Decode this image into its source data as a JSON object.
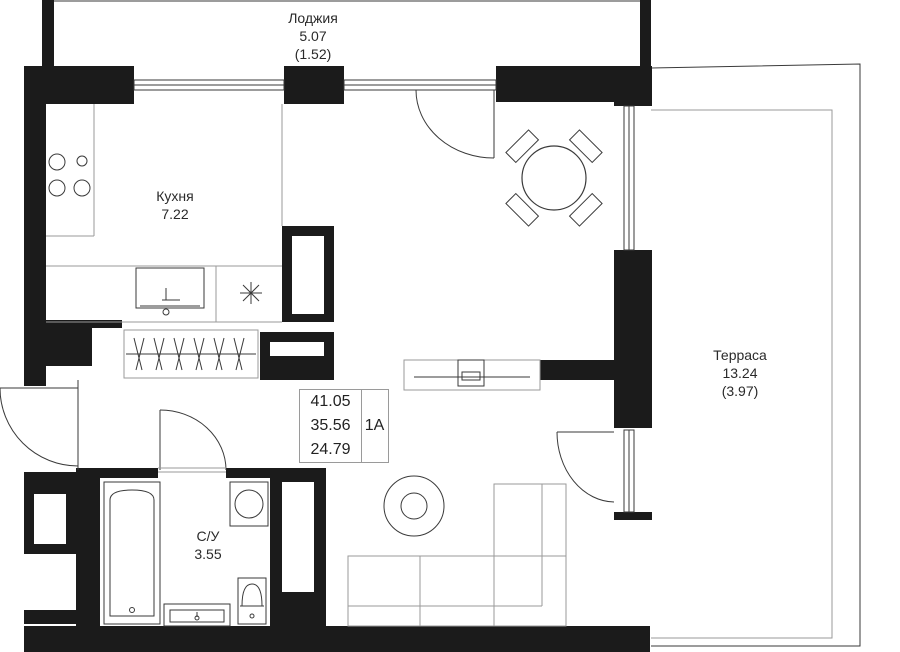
{
  "rooms": {
    "loggia": {
      "name": "Лоджия",
      "area": "5.07",
      "area_coef": "(1.52)"
    },
    "kitchen": {
      "name": "Кухня",
      "area": "7.22"
    },
    "bathroom": {
      "name": "С/У",
      "area": "3.55"
    },
    "terrace": {
      "name": "Терраса",
      "area": "13.24",
      "area_coef": "(3.97)"
    }
  },
  "summary": {
    "total_area": "41.05",
    "living_area": "35.56",
    "room_area": "24.79",
    "apartment_type": "1А"
  },
  "colors": {
    "wall": "#1b1b1b",
    "line": "#3a3a3a"
  }
}
